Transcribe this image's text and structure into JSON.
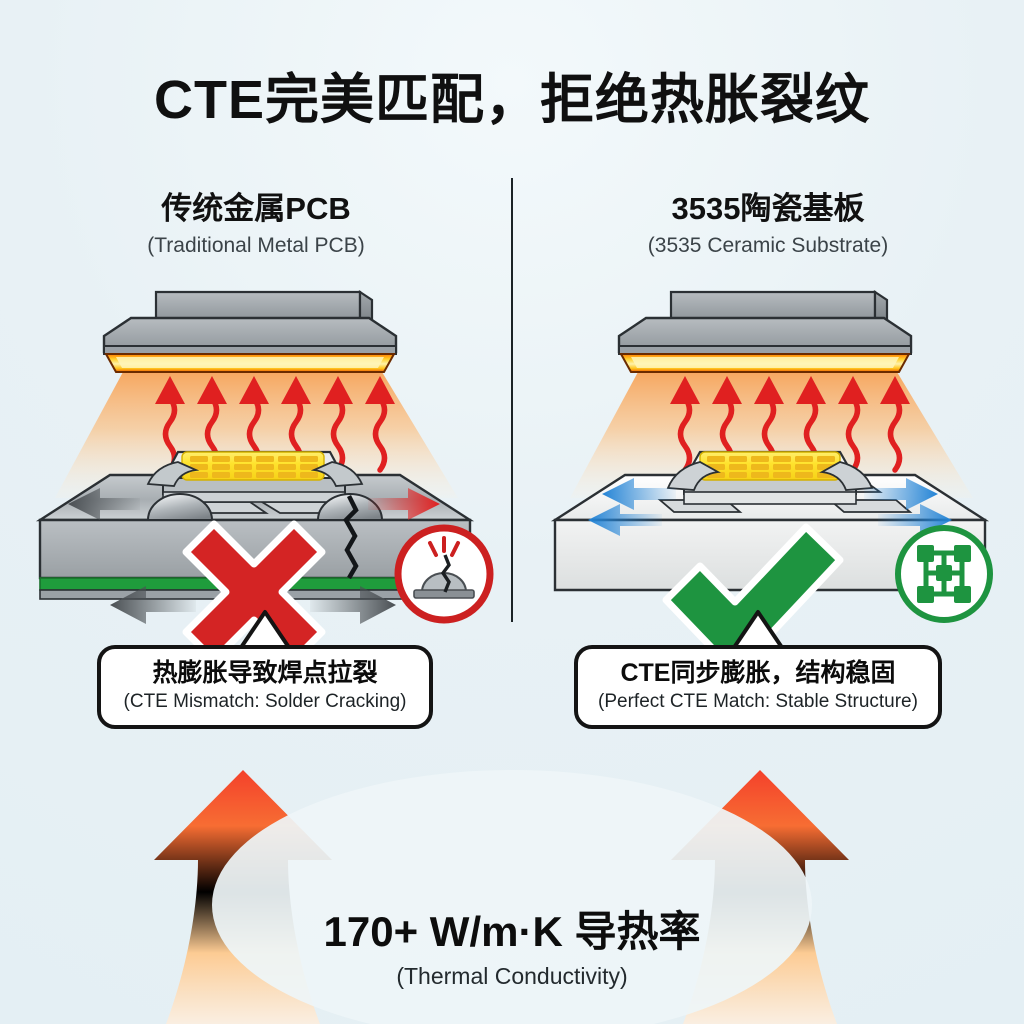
{
  "title": "CTE完美匹配，拒绝热胀裂纹",
  "columns": {
    "left": {
      "heading_cn": "传统金属PCB",
      "heading_en": "(Traditional Metal PCB)",
      "verdict_icon": "red-x-mark",
      "badge_icon": "cracked-solder-ball-warning-icon",
      "expansion_arrow_color": "#4d4d4d",
      "substrate_color": "#b9bec2",
      "callout_cn": "热膨胀导致焊点拉裂",
      "callout_en": "(CTE Mismatch: Solder Cracking)"
    },
    "right": {
      "heading_cn": "3535陶瓷基板",
      "heading_en": "(3535 Ceramic Substrate)",
      "verdict_icon": "green-check-mark",
      "badge_icon": "stable-lattice-structure-icon",
      "expansion_arrow_color": "#2484d6",
      "substrate_color": "#f2f3f3",
      "callout_cn": "CTE同步膨胀，结构稳固",
      "callout_en": "(Perfect CTE Match: Stable Structure)"
    }
  },
  "heat": {
    "wavy_arrow_count": 6,
    "wavy_arrow_color": "#e02020",
    "glow_colors": [
      "#ff6a00",
      "#ffd400",
      "#fff6b0"
    ]
  },
  "led_chip": {
    "cells_across": 6,
    "cells_down": 3,
    "base_color": "#ffe32e",
    "cell_color": "#f0b81e"
  },
  "bottom": {
    "value_cn": "170+ W/m·K 导热率",
    "value_en": "(Thermal Conductivity)",
    "arrow_icon": "upward-thermal-arrow",
    "arrow_gradient": [
      "#f4452b",
      "#f89a42",
      "#fdf0e2"
    ]
  },
  "colors": {
    "background": "#eaf2f6",
    "ink": "#111111",
    "red": "#d42424",
    "green": "#1e9440",
    "blue": "#2484d6",
    "orange": "#f4782b"
  }
}
